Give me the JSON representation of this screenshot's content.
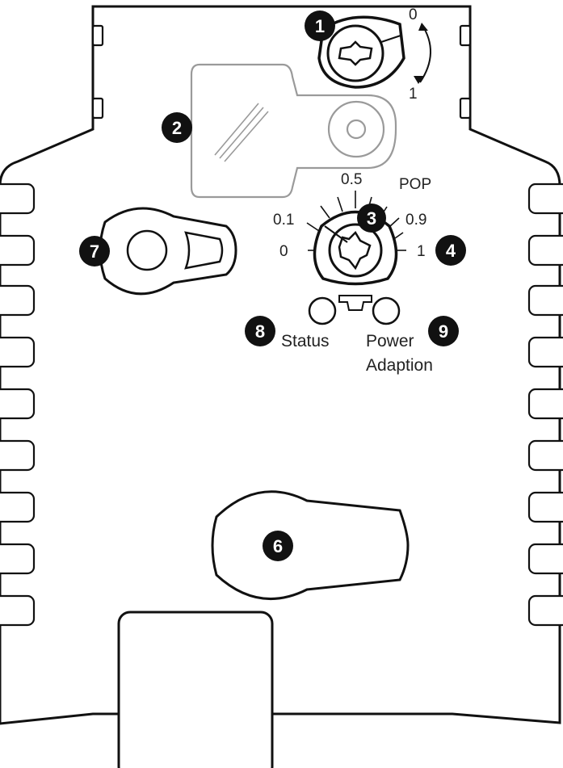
{
  "callouts": {
    "c1": "1",
    "c2": "2",
    "c3": "3",
    "c4": "4",
    "c6": "6",
    "c7": "7",
    "c8": "8",
    "c9": "9"
  },
  "switch1": {
    "pos_0": "0",
    "pos_1": "1"
  },
  "pop_dial": {
    "title": "POP",
    "ticks": [
      "0",
      "0.1",
      "0.5",
      "0.9",
      "1"
    ]
  },
  "leds": {
    "status_label": "Status",
    "power_label_line1": "Power",
    "power_label_line2": "Adaption"
  },
  "colors": {
    "outline": "#111111",
    "window_outline": "#9a9a9a",
    "callout_fill": "#111111",
    "background": "#ffffff"
  }
}
